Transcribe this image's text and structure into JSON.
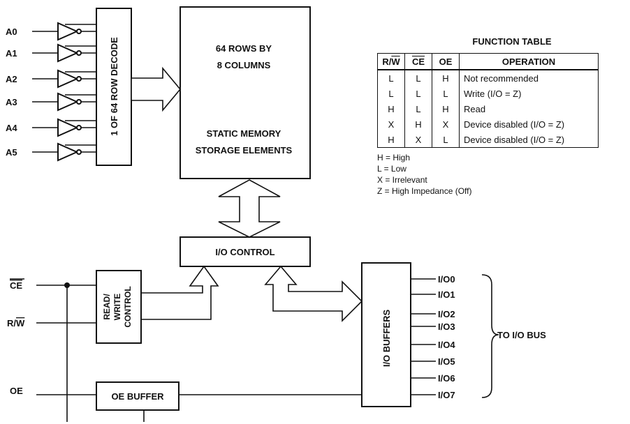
{
  "address_inputs": [
    "A0",
    "A1",
    "A2",
    "A3",
    "A4",
    "A5"
  ],
  "decoder": {
    "label": "1 OF 64 ROW DECODE"
  },
  "memory": {
    "line1": "64 ROWS BY",
    "line2": "8 COLUMNS",
    "line3": "STATIC MEMORY",
    "line4": "STORAGE ELEMENTS"
  },
  "io_control": {
    "label": "I/O CONTROL"
  },
  "rw_control": {
    "line1": "READ/",
    "line2": "WRITE",
    "line3": "CONTROL"
  },
  "oe_buffer": {
    "label": "OE BUFFER"
  },
  "io_buffers": {
    "label": "I/O BUFFERS"
  },
  "control_inputs": {
    "ce": {
      "base": "CE",
      "overline": "CE"
    },
    "rw": {
      "base": "R/",
      "overline": "W"
    },
    "oe": "OE"
  },
  "io_outputs": [
    "I/O0",
    "I/O1",
    "I/O2",
    "I/O3",
    "I/O4",
    "I/O5",
    "I/O6",
    "I/O7"
  ],
  "io_bus_label": "TO I/O BUS",
  "function_table": {
    "title": "FUNCTION TABLE",
    "headers": {
      "rw_base": "R/",
      "rw_overline": "W",
      "ce_overline": "CE",
      "oe": "OE",
      "operation": "OPERATION"
    },
    "rows": [
      {
        "rw": "L",
        "ce": "L",
        "oe": "H",
        "operation": "Not recommended"
      },
      {
        "rw": "L",
        "ce": "L",
        "oe": "L",
        "operation": "Write (I/O = Z)"
      },
      {
        "rw": "H",
        "ce": "L",
        "oe": "H",
        "operation": "Read"
      },
      {
        "rw": "X",
        "ce": "H",
        "oe": "X",
        "operation": "Device disabled (I/O = Z)"
      },
      {
        "rw": "H",
        "ce": "X",
        "oe": "L",
        "operation": "Device disabled (I/O = Z)"
      }
    ]
  },
  "legend": [
    "H = High",
    "L = Low",
    "X = Irrelevant",
    "Z = High Impedance (Off)"
  ]
}
